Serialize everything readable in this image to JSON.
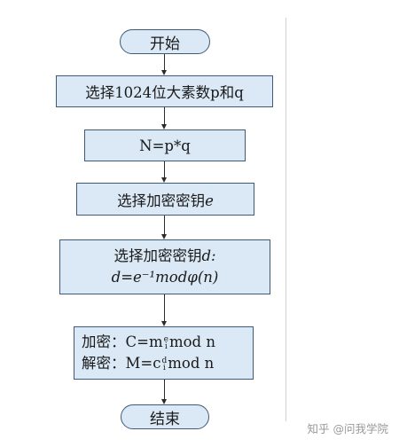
{
  "flowchart": {
    "start": "开始",
    "step1": "选择1024位大素数p和q",
    "step2": "N=p*q",
    "step3": {
      "text": "选择加密密钥",
      "var": "e"
    },
    "step4": {
      "line1_text": "选择加密密钥",
      "line1_var": "d:",
      "line2": "d=e⁻¹modφ(n)"
    },
    "step5": {
      "enc_label": "加密：",
      "enc_left": "C=m",
      "enc_sup": "e",
      "enc_sub": "i",
      "enc_right": "mod n",
      "dec_label": "解密：",
      "dec_left": "M=c",
      "dec_sup": "d",
      "dec_sub": "i",
      "dec_right": "mod n"
    },
    "end": "结束"
  },
  "watermark": "知乎 @问我学院"
}
